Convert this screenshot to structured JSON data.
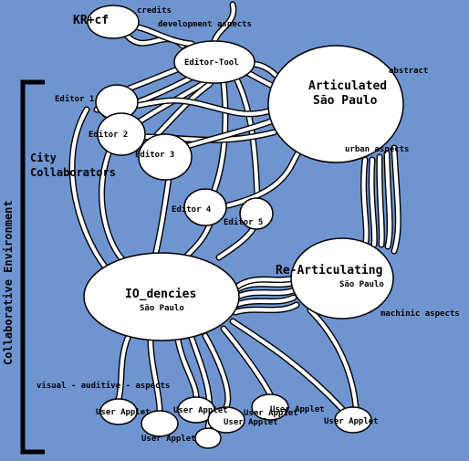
{
  "diagram": {
    "logo": "KR+cf",
    "credits": "credits",
    "development_aspects": "development aspects",
    "editor_tool": "Editor-Tool",
    "abstract": "abstract",
    "articulated_line1": "Articulated",
    "articulated_line2": "São Paulo",
    "editors": [
      "Editor 1",
      "Editor 2",
      "Editor 3",
      "Editor 4",
      "Editor 5"
    ],
    "city_line1": "City",
    "city_line2": "Collaborators",
    "urban_aspects": "urban aspects",
    "collab_env": "Collaborative Environment",
    "re_articulating_line1": "Re-Articulating",
    "re_articulating_line2": "São Paulo",
    "machinic_aspects": "machinic aspects",
    "tendencies_line1": "IO_dencies",
    "tendencies_line2": "São Paulo",
    "visual_aspects": "visual - auditive - aspects",
    "user_applets": [
      "User Applet",
      "User Applet",
      "User Applet",
      "User Applet",
      "User Applet",
      "User Applet",
      "User Applet"
    ]
  },
  "colors": {
    "background": "#6f95d1",
    "node_fill": "#ffffff",
    "outline": "#000000"
  }
}
